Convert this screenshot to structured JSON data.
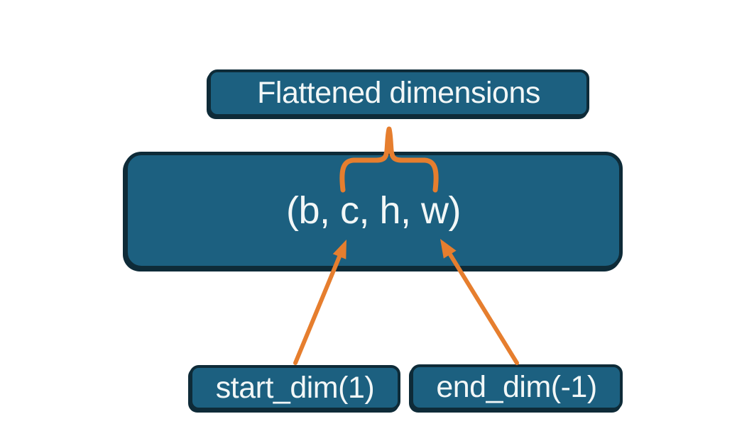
{
  "diagram": {
    "nodes": {
      "flattened_label": "Flattened dimensions",
      "tensor_shape": "(b, c, h, w)",
      "start_dim": "start_dim(1)",
      "end_dim": "end_dim(-1)"
    }
  },
  "colors": {
    "box_fill": "#1C6080",
    "box_border": "#0E2B38",
    "arrow": "#E67E2E",
    "text": "#F2F7F7",
    "background": "#FFFFFF"
  }
}
